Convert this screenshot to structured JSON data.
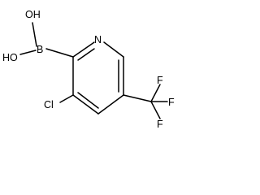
{
  "molecule": {
    "atoms": {
      "oh_top": "OH",
      "oh_bottom": "HO",
      "boron": "B",
      "nitrogen": "N",
      "chlorine": "Cl",
      "f_top": "F",
      "f_right": "F",
      "f_bottom": "F"
    },
    "colors": {
      "bond": "#000000",
      "label": "#000000",
      "background": "#ffffff"
    }
  }
}
